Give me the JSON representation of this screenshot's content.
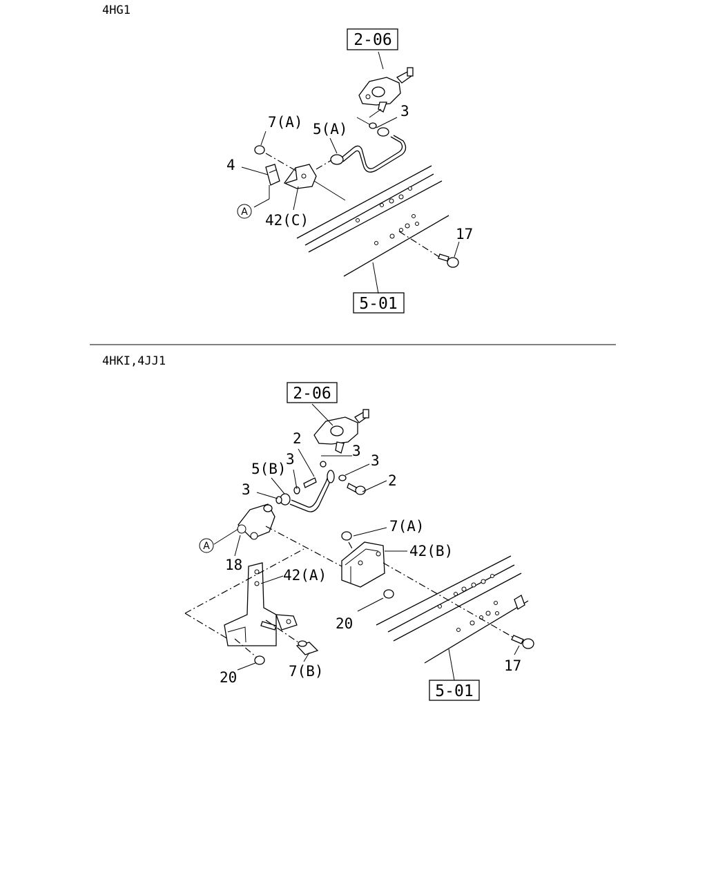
{
  "sections": [
    {
      "engine": "4HG1",
      "ref_boxes": [
        "2-06",
        "5-01"
      ],
      "callouts": [
        "7(A)",
        "5(A)",
        "3",
        "4",
        "A",
        "42(C)",
        "17"
      ]
    },
    {
      "engine": "4HKI,4JJ1",
      "ref_boxes": [
        "2-06",
        "5-01"
      ],
      "callouts": [
        "2",
        "3",
        "5(B)",
        "3",
        "3",
        "3",
        "2",
        "A",
        "18",
        "7(A)",
        "42(B)",
        "42(A)",
        "20",
        "7(B)",
        "20",
        "17"
      ]
    }
  ]
}
